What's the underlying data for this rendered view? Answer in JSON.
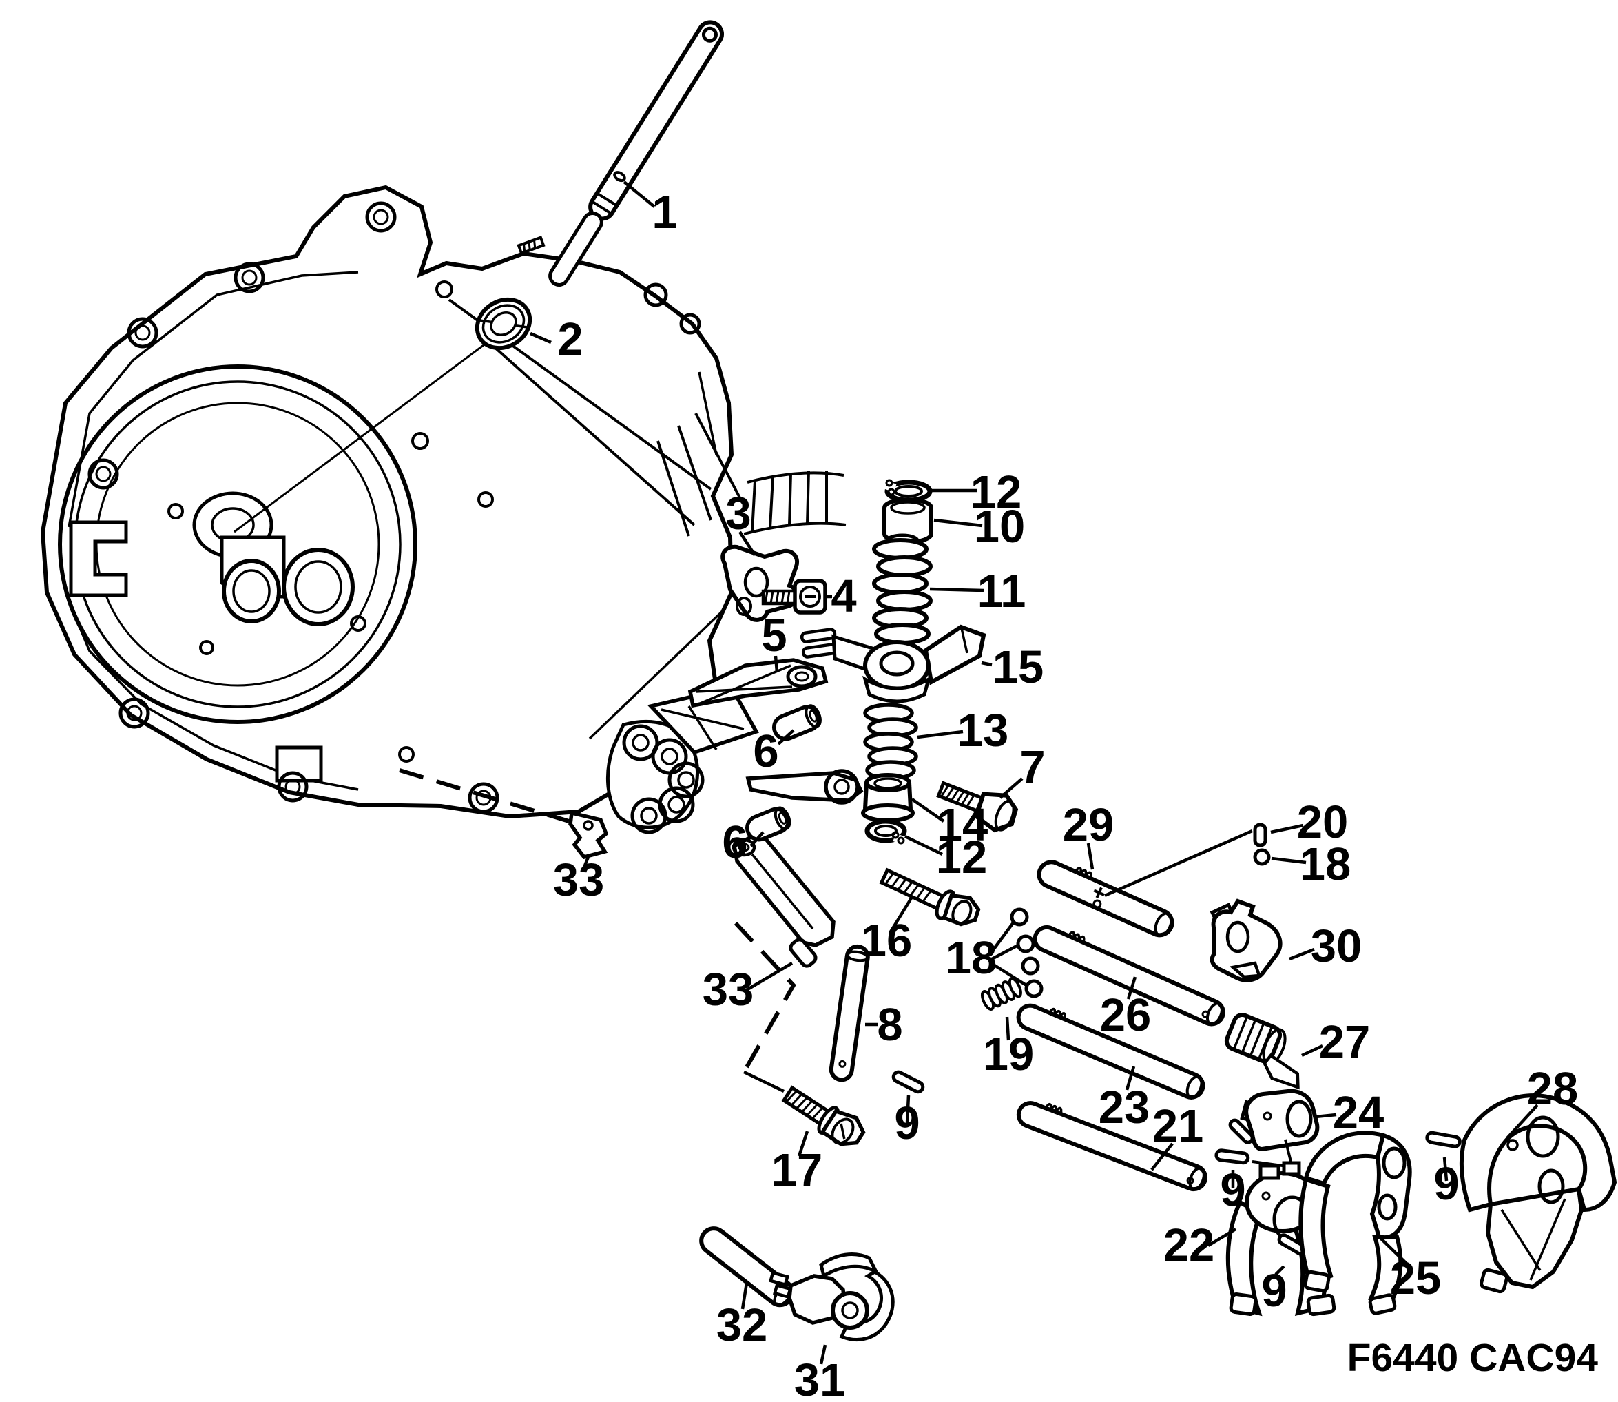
{
  "figure": {
    "code": "F6440 CAC94"
  },
  "colors": {
    "ink": "#000000",
    "paper": "#ffffff"
  },
  "callouts": [
    {
      "label": "1"
    },
    {
      "label": "2"
    },
    {
      "label": "3"
    },
    {
      "label": "4"
    },
    {
      "label": "5"
    },
    {
      "label": "12"
    },
    {
      "label": "10"
    },
    {
      "label": "11"
    },
    {
      "label": "15"
    },
    {
      "label": "13"
    },
    {
      "label": "6"
    },
    {
      "label": "7"
    },
    {
      "label": "14"
    },
    {
      "label": "12"
    },
    {
      "label": "6"
    },
    {
      "label": "33"
    },
    {
      "label": "33"
    },
    {
      "label": "16"
    },
    {
      "label": "18"
    },
    {
      "label": "8"
    },
    {
      "label": "19"
    },
    {
      "label": "9"
    },
    {
      "label": "17"
    },
    {
      "label": "29"
    },
    {
      "label": "20"
    },
    {
      "label": "18"
    },
    {
      "label": "30"
    },
    {
      "label": "26"
    },
    {
      "label": "27"
    },
    {
      "label": "23"
    },
    {
      "label": "21"
    },
    {
      "label": "24"
    },
    {
      "label": "9"
    },
    {
      "label": "22"
    },
    {
      "label": "9"
    },
    {
      "label": "25"
    },
    {
      "label": "28"
    },
    {
      "label": "9"
    },
    {
      "label": "31"
    },
    {
      "label": "32"
    }
  ]
}
